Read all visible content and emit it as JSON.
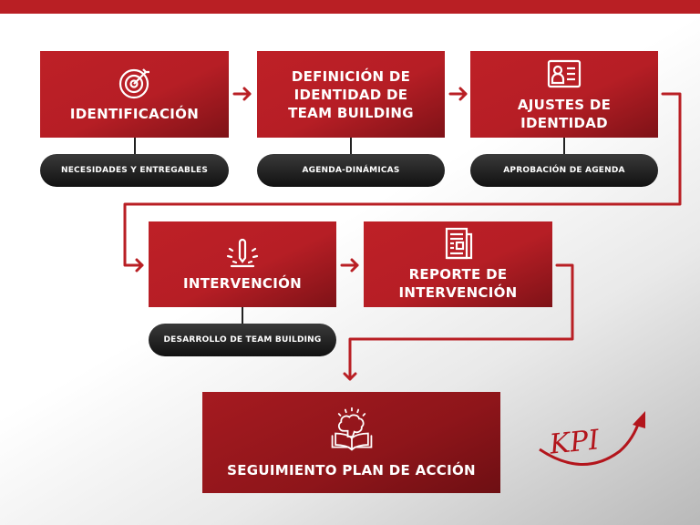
{
  "colors": {
    "accent": "#b91f24",
    "pill": "#1a1a1a",
    "background": "#ffffff"
  },
  "steps": [
    {
      "title": "IDENTIFICACIÓN",
      "icon": "target-icon",
      "note": "NECESIDADES Y ENTREGABLES"
    },
    {
      "title": "DEFINICIÓN DE IDENTIDAD DE TEAM BUILDING",
      "note": "AGENDA-DINÁMICAS"
    },
    {
      "title": "AJUSTES DE IDENTIDAD",
      "icon": "id-card-icon",
      "note": "APROBACIÓN DE AGENDA"
    },
    {
      "title": "INTERVENCIÓN",
      "icon": "impact-icon",
      "note": "DESARROLLO DE TEAM BUILDING"
    },
    {
      "title": "REPORTE DE INTERVENCIÓN",
      "icon": "newspaper-icon"
    },
    {
      "title": "SEGUIMIENTO PLAN DE ACCIÓN",
      "icon": "brain-book-icon"
    }
  ],
  "kpi": {
    "label": "KPI",
    "icon": "curved-arrow-up-icon"
  }
}
